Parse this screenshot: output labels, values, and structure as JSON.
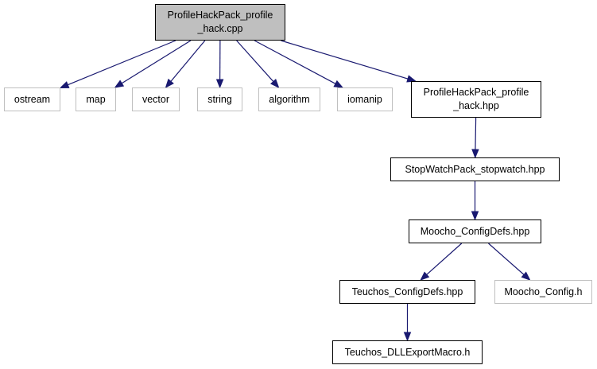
{
  "colors": {
    "edge": "#191970",
    "external_border": "#bfbfbf",
    "root_fill": "#bfbfbf",
    "node_border": "#000000"
  },
  "nodes": {
    "root": {
      "label": "ProfileHackPack_profile\n_hack.cpp",
      "kind": "main"
    },
    "ostream": {
      "label": "ostream",
      "kind": "external"
    },
    "map": {
      "label": "map",
      "kind": "external"
    },
    "vector": {
      "label": "vector",
      "kind": "external"
    },
    "string": {
      "label": "string",
      "kind": "external"
    },
    "algorithm": {
      "label": "algorithm",
      "kind": "external"
    },
    "iomanip": {
      "label": "iomanip",
      "kind": "external"
    },
    "hack_hpp": {
      "label": "ProfileHackPack_profile\n_hack.hpp",
      "kind": "documented"
    },
    "stopwatch": {
      "label": "StopWatchPack_stopwatch.hpp",
      "kind": "documented"
    },
    "moocho_cfg": {
      "label": "Moocho_ConfigDefs.hpp",
      "kind": "documented"
    },
    "teuchos_cfg": {
      "label": "Teuchos_ConfigDefs.hpp",
      "kind": "documented"
    },
    "moocho_h": {
      "label": "Moocho_Config.h",
      "kind": "external"
    },
    "dll_export": {
      "label": "Teuchos_DLLExportMacro.h",
      "kind": "documented"
    }
  },
  "edges": [
    [
      "root",
      "ostream"
    ],
    [
      "root",
      "map"
    ],
    [
      "root",
      "vector"
    ],
    [
      "root",
      "string"
    ],
    [
      "root",
      "algorithm"
    ],
    [
      "root",
      "iomanip"
    ],
    [
      "root",
      "hack_hpp"
    ],
    [
      "hack_hpp",
      "stopwatch"
    ],
    [
      "stopwatch",
      "moocho_cfg"
    ],
    [
      "moocho_cfg",
      "teuchos_cfg"
    ],
    [
      "moocho_cfg",
      "moocho_h"
    ],
    [
      "teuchos_cfg",
      "dll_export"
    ]
  ]
}
